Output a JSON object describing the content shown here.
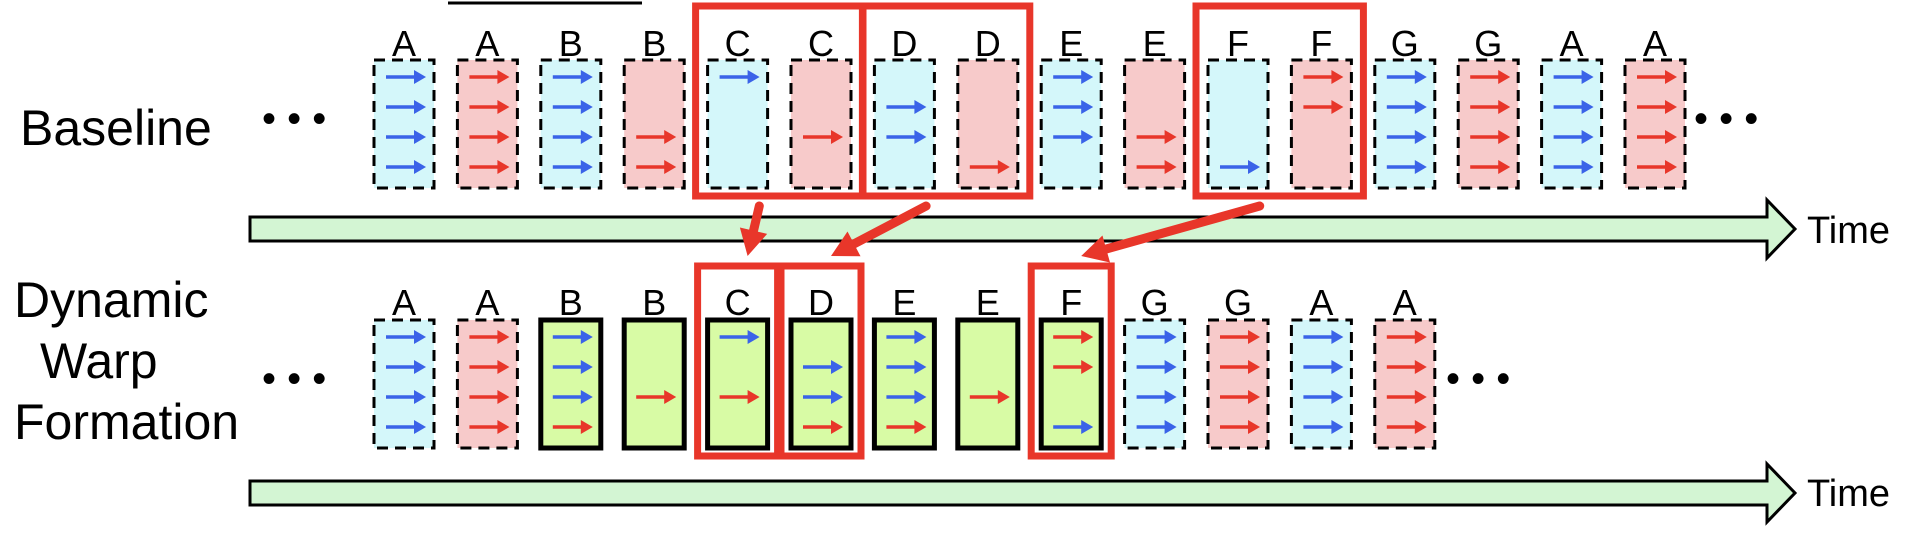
{
  "colors": {
    "blue_arrow": "#3a63e8",
    "red_arrow": "#e8362a",
    "cyan_fill": "#d4f7fa",
    "pink_fill": "#f7caca",
    "green_fill": "#d8fba5",
    "highlight_red": "#e8362a",
    "time_arrow_fill": "#d3f5d3"
  },
  "baseline": {
    "row_label": "Baseline",
    "time_label": "Time",
    "ellipsis_left": "• • •",
    "ellipsis_right": "• • •",
    "warps": [
      {
        "label": "A",
        "fill": "cyan",
        "style": "dashed",
        "arrows": [
          "blue",
          "blue",
          "blue",
          "blue"
        ]
      },
      {
        "label": "A",
        "fill": "pink",
        "style": "dashed",
        "arrows": [
          "red",
          "red",
          "red",
          "red"
        ]
      },
      {
        "label": "B",
        "fill": "cyan",
        "style": "dashed",
        "arrows": [
          "blue",
          "blue",
          "blue",
          "blue"
        ]
      },
      {
        "label": "B",
        "fill": "pink",
        "style": "dashed",
        "arrows": [
          null,
          null,
          "red",
          "red"
        ]
      },
      {
        "label": "C",
        "fill": "cyan",
        "style": "dashed",
        "arrows": [
          "blue",
          null,
          null,
          null
        ]
      },
      {
        "label": "C",
        "fill": "pink",
        "style": "dashed",
        "arrows": [
          null,
          null,
          "red",
          null
        ]
      },
      {
        "label": "D",
        "fill": "cyan",
        "style": "dashed",
        "arrows": [
          null,
          "blue",
          "blue",
          null
        ]
      },
      {
        "label": "D",
        "fill": "pink",
        "style": "dashed",
        "arrows": [
          null,
          null,
          null,
          "red"
        ]
      },
      {
        "label": "E",
        "fill": "cyan",
        "style": "dashed",
        "arrows": [
          "blue",
          "blue",
          "blue",
          null
        ]
      },
      {
        "label": "E",
        "fill": "pink",
        "style": "dashed",
        "arrows": [
          null,
          null,
          "red",
          "red"
        ]
      },
      {
        "label": "F",
        "fill": "cyan",
        "style": "dashed",
        "arrows": [
          null,
          null,
          null,
          "blue"
        ]
      },
      {
        "label": "F",
        "fill": "pink",
        "style": "dashed",
        "arrows": [
          "red",
          "red",
          null,
          null
        ]
      },
      {
        "label": "G",
        "fill": "cyan",
        "style": "dashed",
        "arrows": [
          "blue",
          "blue",
          "blue",
          "blue"
        ]
      },
      {
        "label": "G",
        "fill": "pink",
        "style": "dashed",
        "arrows": [
          "red",
          "red",
          "red",
          "red"
        ]
      },
      {
        "label": "A",
        "fill": "cyan",
        "style": "dashed",
        "arrows": [
          "blue",
          "blue",
          "blue",
          "blue"
        ]
      },
      {
        "label": "A",
        "fill": "pink",
        "style": "dashed",
        "arrows": [
          "red",
          "red",
          "red",
          "red"
        ]
      }
    ]
  },
  "dwf": {
    "row_label_lines": [
      "Dynamic",
      "Warp",
      "Formation"
    ],
    "time_label": "Time",
    "ellipsis_left": "• • •",
    "ellipsis_right": "• • •",
    "warps": [
      {
        "label": "A",
        "fill": "cyan",
        "style": "dashed",
        "arrows": [
          "blue",
          "blue",
          "blue",
          "blue"
        ]
      },
      {
        "label": "A",
        "fill": "pink",
        "style": "dashed",
        "arrows": [
          "red",
          "red",
          "red",
          "red"
        ]
      },
      {
        "label": "B",
        "fill": "green",
        "style": "solid",
        "arrows": [
          "blue",
          "blue",
          "blue",
          "red"
        ]
      },
      {
        "label": "B",
        "fill": "green",
        "style": "solid",
        "arrows": [
          null,
          null,
          "red",
          null
        ]
      },
      {
        "label": "C",
        "fill": "green",
        "style": "solid",
        "arrows": [
          "blue",
          null,
          "red",
          null
        ]
      },
      {
        "label": "D",
        "fill": "green",
        "style": "solid",
        "arrows": [
          null,
          "blue",
          "blue",
          "red"
        ]
      },
      {
        "label": "E",
        "fill": "green",
        "style": "solid",
        "arrows": [
          "blue",
          "blue",
          "blue",
          "red"
        ]
      },
      {
        "label": "E",
        "fill": "green",
        "style": "solid",
        "arrows": [
          null,
          null,
          "red",
          null
        ]
      },
      {
        "label": "F",
        "fill": "green",
        "style": "solid",
        "arrows": [
          "red",
          "red",
          null,
          "blue"
        ]
      },
      {
        "label": "G",
        "fill": "cyan",
        "style": "dashed",
        "arrows": [
          "blue",
          "blue",
          "blue",
          "blue"
        ]
      },
      {
        "label": "G",
        "fill": "pink",
        "style": "dashed",
        "arrows": [
          "red",
          "red",
          "red",
          "red"
        ]
      },
      {
        "label": "A",
        "fill": "cyan",
        "style": "dashed",
        "arrows": [
          "blue",
          "blue",
          "blue",
          "blue"
        ]
      },
      {
        "label": "A",
        "fill": "pink",
        "style": "dashed",
        "arrows": [
          "red",
          "red",
          "red",
          "red"
        ]
      }
    ]
  },
  "highlights": {
    "baseline_groups": [
      [
        4,
        5
      ],
      [
        6,
        7
      ],
      [
        10,
        11
      ]
    ],
    "dwf_groups": [
      [
        4
      ],
      [
        5
      ],
      [
        8
      ]
    ]
  }
}
